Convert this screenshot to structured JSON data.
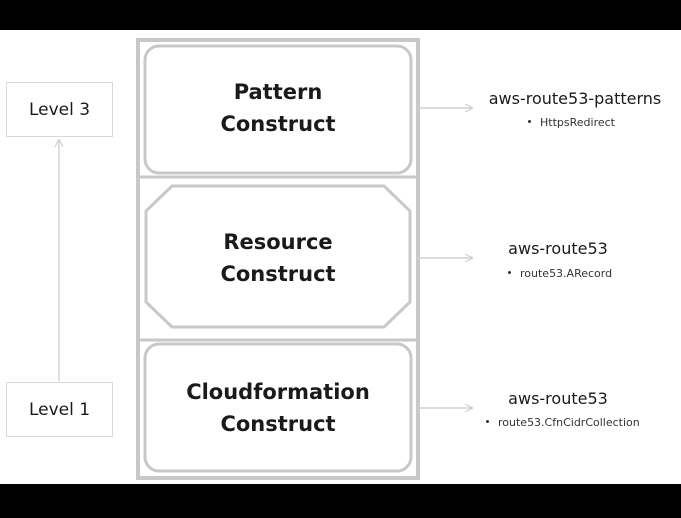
{
  "levels": {
    "top": "Level 3",
    "bottom": "Level 1"
  },
  "constructs": [
    {
      "title_line1": "Pattern",
      "title_line2": "Construct",
      "module": "aws-route53-patterns",
      "item": "HttpsRedirect"
    },
    {
      "title_line1": "Resource",
      "title_line2": "Construct",
      "module": "aws-route53",
      "item": "route53.ARecord"
    },
    {
      "title_line1": "Cloudformation",
      "title_line2": "Construct",
      "module": "aws-route53",
      "item": "route53.CfnCidrCollection"
    }
  ],
  "colors": {
    "background": "#000000",
    "canvas": "#ffffff",
    "frame": "#c8c8c8",
    "arrow": "#d0d0d0"
  }
}
